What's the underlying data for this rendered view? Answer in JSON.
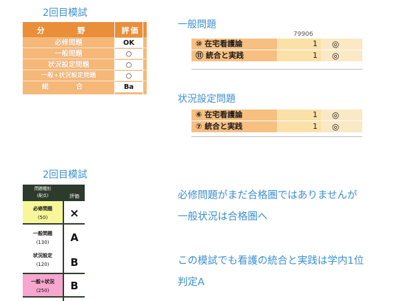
{
  "headings": {
    "mock1": "2回目模試",
    "general": "一般問題",
    "situational": "状況設定問題",
    "mock2": "2回目模試"
  },
  "card1": {
    "header_cat": "分 野",
    "header_eval": "評価",
    "rows": [
      {
        "category": "必修問題",
        "result": "OK"
      },
      {
        "category": "一般問題",
        "result": "○"
      },
      {
        "category": "状況設定問題",
        "result": "○"
      },
      {
        "category": "一般+状況設定問題",
        "result": "○"
      },
      {
        "category": "総 合",
        "result": "Ba"
      }
    ]
  },
  "general_strip": {
    "partial_top": "79906",
    "rows": [
      {
        "label": "⑩ 在宅看護論",
        "count": "1",
        "mark": "◎"
      },
      {
        "label": "⑪ 統合と実践",
        "count": "1",
        "mark": "◎"
      }
    ]
  },
  "situational_strip": {
    "rows": [
      {
        "label": "⑥ 在宅看護論",
        "count": "1",
        "mark": "◎"
      },
      {
        "label": "⑦ 統合と実践",
        "count": "1",
        "mark": "◎"
      }
    ]
  },
  "card2": {
    "header_cat": "問題種別",
    "header_pts": "(配点)",
    "header_eval": "評価",
    "rows": [
      {
        "category": "必修問題",
        "points": "(50)",
        "result": "×",
        "color": "#f7f79a"
      },
      {
        "category": "一般問題",
        "points": "(130)",
        "result": "A",
        "color": "#ffffff"
      },
      {
        "category": "状況設定",
        "points": "(120)",
        "result": "B",
        "color": "#ffffff"
      },
      {
        "category": "一般+状況",
        "points": "(250)",
        "result": "B",
        "color": "#f6a6cf"
      }
    ]
  },
  "text": {
    "line1": "必修問題がまだ合格圏ではありませんが",
    "line2": "一般状況は合格圏へ",
    "line3": "この模試でも看護の統合と実践は学内1位",
    "line4": "判定A"
  },
  "colors": {
    "heading_blue": "#3b8fd0",
    "orange_dark": "#e98f3a",
    "orange_light": "#f5b879"
  }
}
